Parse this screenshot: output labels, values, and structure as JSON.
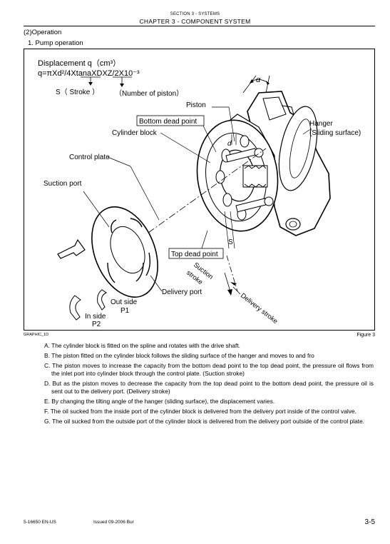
{
  "header": {
    "section": "SECTION 3 - SYSTEMS",
    "chapter": "CHAPTER 3 - COMPONENT SYSTEM"
  },
  "section_number": "(2)Operation",
  "subheading": "1. Pump operation",
  "figure": {
    "formula_title": "Displacement q（cm³）",
    "formula": "q=πXd²/4XtanaXDXZ/2X10⁻³",
    "stroke_label": "S（ Stroke ）",
    "piston_count_label": "（Number of piston）",
    "labels": {
      "piston": "Piston",
      "bottom_dead_point": "Bottom dead point",
      "cylinder_block": "Cylinder block",
      "control_plate": "Control plate",
      "suction_port": "Suction port",
      "hanger_line1": "Hanger",
      "hanger_line2": "(Sliding surface)",
      "top_dead_point": "Top dead point",
      "suction_stroke_1": "Suction",
      "suction_stroke_2": "stroke",
      "delivery_port": "Delivery port",
      "delivery_stroke": "Delivery stroke",
      "out_side_1": "Out side",
      "out_side_2": "P1",
      "in_side_1": "In side",
      "in_side_2": "P2",
      "alpha": "α",
      "d": "d",
      "s": "S"
    },
    "graphic_id": "GRAPHIC_1D",
    "caption": "Figure 3"
  },
  "steps": [
    "A. The cylinder block is fitted on the spline and rotates with the drive shaft.",
    "B. The piston fitted on the cylinder block follows the sliding surface of the hanger and moves to and fro",
    "C. The piston moves to increase the capacity from the bottom dead point to the top dead point, the pressure oil flows from the inlet port into cylinder block through the control plate. (Suction stroke)",
    "D. But as the piston moves to decrease the capacity from the top dead point to the bottom dead point, the pressure oil is sent out to the delivery port. (Delivery stroke)",
    "E. By changing the tilting angle of the hanger (sliding surface), the displacement varies.",
    "F. The oil sucked from the inside port of the cylinder block is delivered from the delivery port inside of the control valve.",
    "G. The oil sucked from the outside port of the cylinder block is delivered from the delivery port outside of the control plate."
  ],
  "footer": {
    "doc_code": "5-16650 EN-US",
    "issue": "Issued 09-2006   Bur",
    "page": "3-5"
  }
}
